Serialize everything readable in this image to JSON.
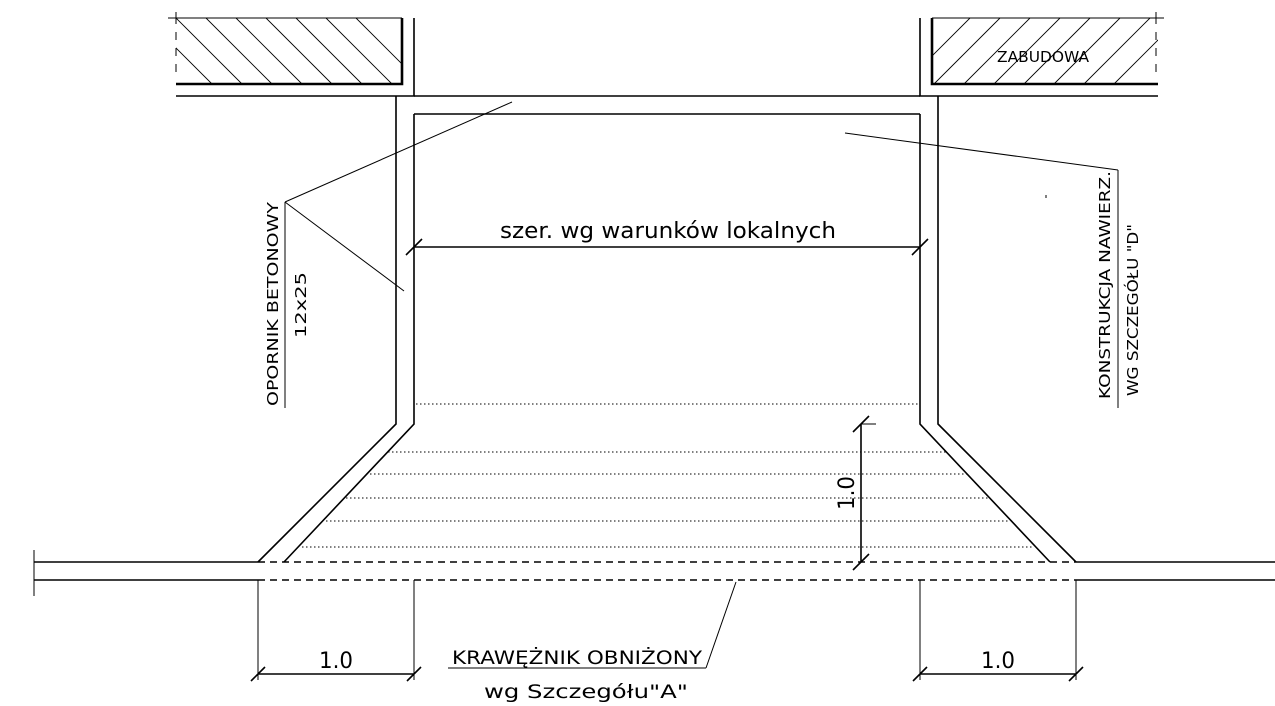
{
  "labels": {
    "building": "ZABUDOWA",
    "width_dim": "szer. wg warunków lokalnych",
    "curb_left_line1": "OPORNIK BETONOWY",
    "curb_left_line2": "12x25",
    "pavement_right_line1": "KONSTRUKCJA NAWIERZ.",
    "pavement_right_line2": "WG SZCZEGÓŁU \"D\"",
    "lowered_curb_line1": "KRAWĘŻNIK OBNIŻONY",
    "lowered_curb_line2": "wg Szczegółu\"A\"",
    "dim_left": "1.0",
    "dim_right": "1.0",
    "dim_vertical": "1.0"
  }
}
